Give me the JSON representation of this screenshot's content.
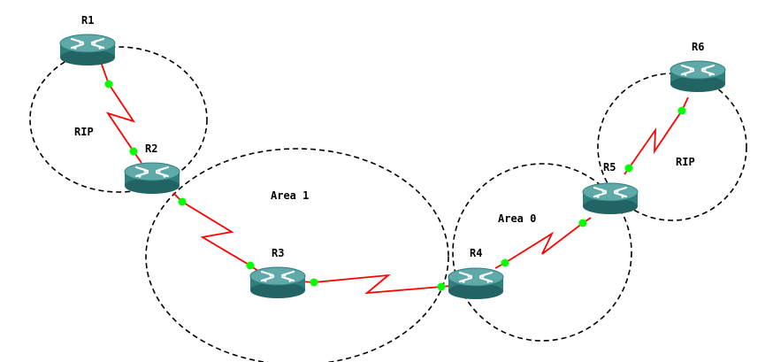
{
  "colors": {
    "link": "#ff0000",
    "port": "#00ff00",
    "router_top": "#5fa9a9",
    "router_body": "#2f7f7f",
    "router_side": "#226363",
    "boundary": "#000000"
  },
  "routers": [
    {
      "id": "r1",
      "label": "R1"
    },
    {
      "id": "r2",
      "label": "R2"
    },
    {
      "id": "r3",
      "label": "R3"
    },
    {
      "id": "r4",
      "label": "R4"
    },
    {
      "id": "r5",
      "label": "R5"
    },
    {
      "id": "r6",
      "label": "R6"
    }
  ],
  "areas": [
    {
      "id": "rip-left",
      "label": "RIP"
    },
    {
      "id": "area1",
      "label": "Area 1"
    },
    {
      "id": "area0",
      "label": "Area 0"
    },
    {
      "id": "rip-right",
      "label": "RIP"
    }
  ],
  "links": [
    {
      "from": "R1",
      "to": "R2"
    },
    {
      "from": "R2",
      "to": "R3"
    },
    {
      "from": "R3",
      "to": "R4"
    },
    {
      "from": "R4",
      "to": "R5"
    },
    {
      "from": "R5",
      "to": "R6"
    }
  ]
}
